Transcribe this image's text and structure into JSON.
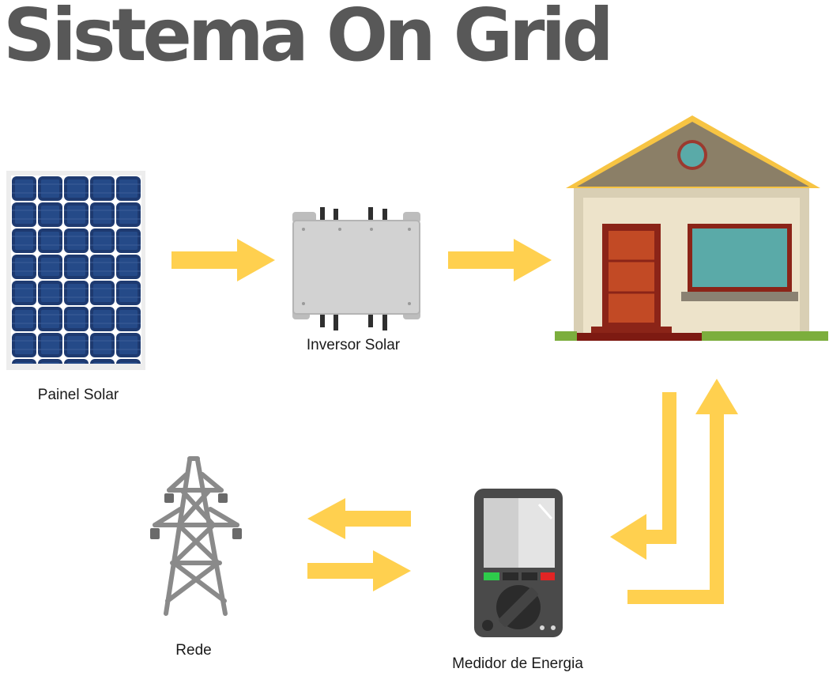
{
  "title": "Sistema On Grid",
  "nodes": {
    "solar_panel": {
      "label": "Painel Solar",
      "icon": "solar-panel-icon"
    },
    "inverter": {
      "label": "Inversor Solar",
      "icon": "inverter-icon"
    },
    "house": {
      "label": "",
      "icon": "house-icon"
    },
    "grid": {
      "label": "Rede",
      "icon": "transmission-tower-icon"
    },
    "meter": {
      "label": "Medidor de Energia",
      "icon": "energy-meter-icon"
    }
  },
  "colors": {
    "arrow": "#ffd04f",
    "title": "#585858",
    "panel_cell": "#1e3a70",
    "roof": "#f7c443",
    "wall": "#ede3ca",
    "door": "#c24a25",
    "window": "#5aaaa8"
  }
}
